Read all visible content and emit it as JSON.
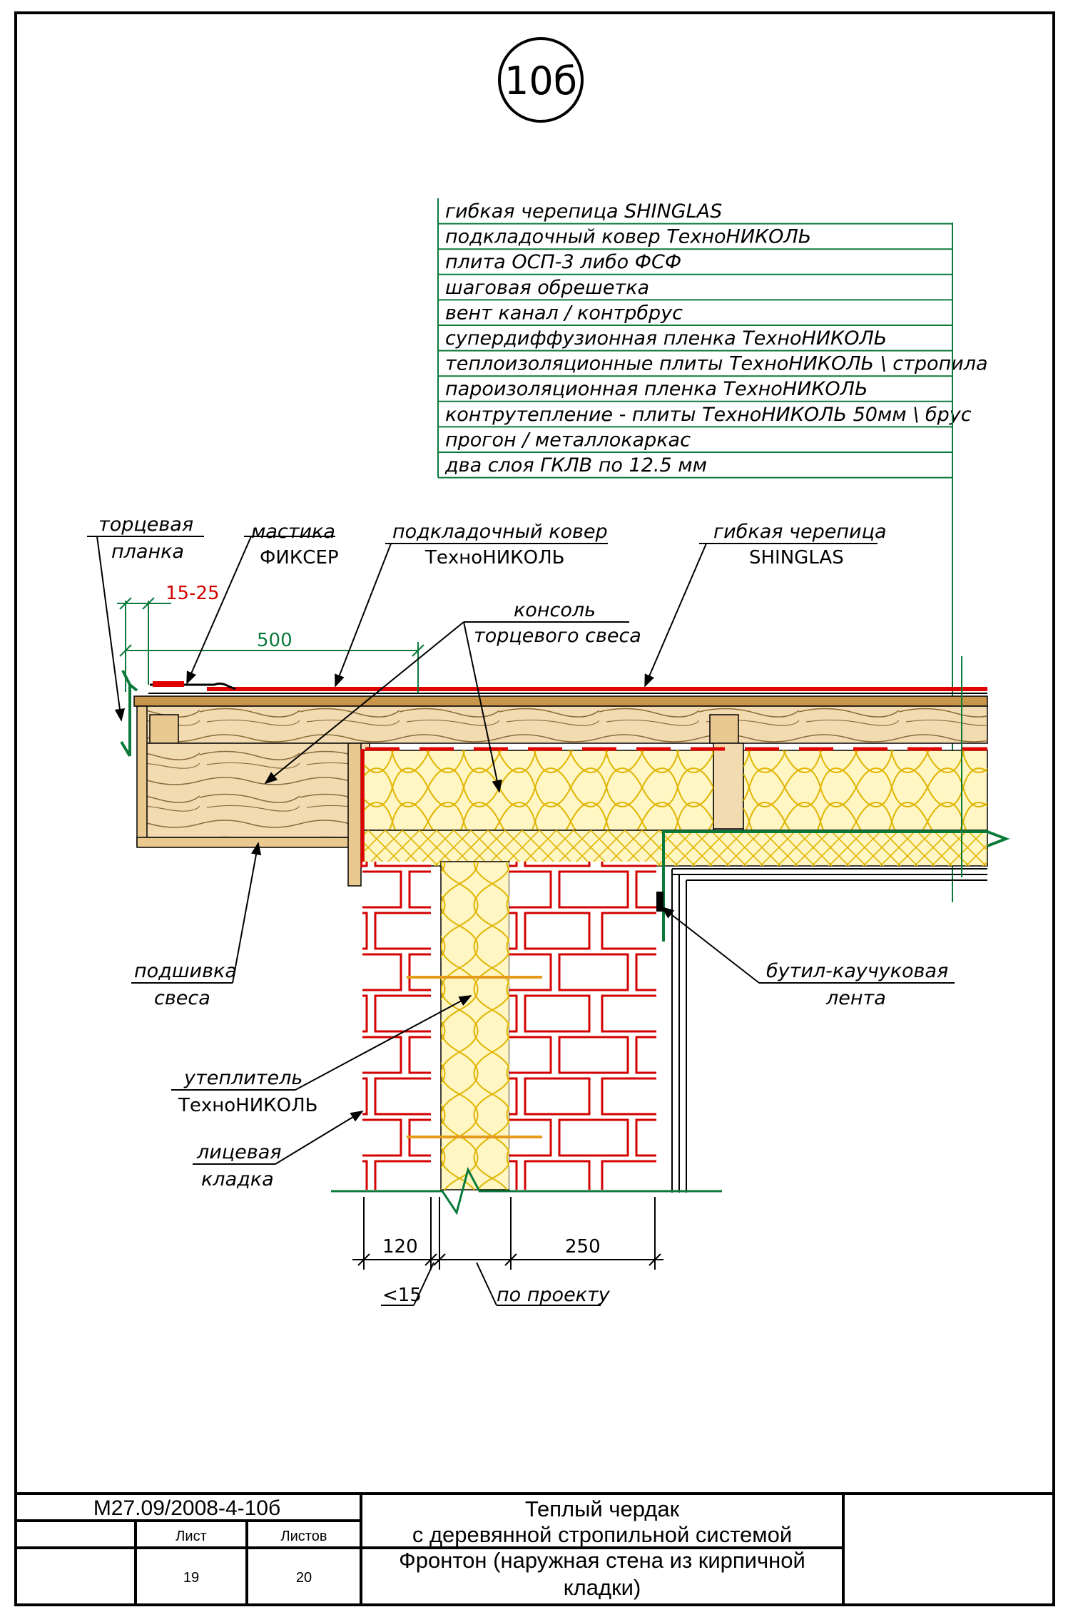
{
  "sheet": {
    "badge": "10б"
  },
  "layers": [
    "гибкая черепица SHINGLAS",
    "подкладочный ковер ТехноНИКОЛЬ",
    "плита ОСП-3 либо ФСФ",
    "шаговая обрешетка",
    "вент канал / контрбрус",
    "супердиффузионная пленка ТехноНИКОЛЬ",
    "теплоизоляционные плиты ТехноНИКОЛЬ  \\ стропила",
    "пароизоляционная пленка ТехноНИКОЛЬ",
    "контрутепление - плиты ТехноНИКОЛЬ 50мм \\ брус",
    "прогон / металлокаркас",
    "два слоя ГКЛВ по 12.5 мм"
  ],
  "callouts": {
    "end_plank": [
      "торцевая",
      "планка"
    ],
    "mastic": [
      "мастика",
      "ФИКСЕР"
    ],
    "underlay": [
      "подкладочный ковер",
      "ТехноНИКОЛЬ"
    ],
    "shingles": [
      "гибкая черепица",
      "SHINGLAS"
    ],
    "console": [
      "консоль",
      "торцевого свеса"
    ],
    "soffit": [
      "подшивка",
      "свеса"
    ],
    "butyl_tape": [
      "бутил-каучуковая",
      "лента"
    ],
    "insulation": [
      "утеплитель",
      "ТехноНИКОЛЬ"
    ],
    "facing_masonry": [
      "лицевая",
      "кладка"
    ]
  },
  "dimensions": {
    "gap": "15-25",
    "overlap": "500",
    "facing_width": "120",
    "wall_width": "250",
    "air_gap": "<15",
    "per_project": "по проекту"
  },
  "title_block": {
    "code": "М27.09/2008-4-10б",
    "sheet_label": "Лист",
    "sheets_label": "Листов",
    "sheet_no": "19",
    "sheets_total": "20",
    "title_line1": "Теплый чердак",
    "title_line2": "с деревянной стропильной системой",
    "title_line3": "Фронтон (наружная стена из кирпичной",
    "title_line4": "кладки)"
  }
}
